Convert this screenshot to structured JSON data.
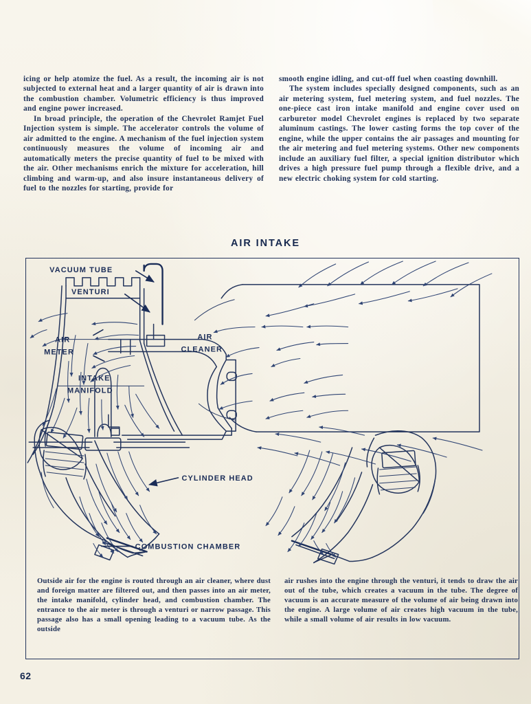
{
  "page": {
    "number": "62",
    "ink_color": "#1d2f57",
    "paper_color": "#f7f4ea"
  },
  "body": {
    "left_column": [
      "icing or help atomize the fuel. As a result, the incoming air is not subjected to external heat and a larger quantity of air is drawn into the combustion chamber. Volumetric efficiency is thus improved and engine power increased.",
      "In broad principle, the operation of the Chevrolet Ramjet Fuel Injection system is simple. The accelerator controls the volume of air admitted to the engine. A mechanism of the fuel injection system continuously measures the volume of incoming air and automatically meters the precise quantity of fuel to be mixed with the air. Other mechanisms enrich the mixture for acceleration, hill climbing and warm-up, and also insure instantaneous delivery of fuel to the nozzles for starting, provide for"
    ],
    "right_column": [
      "smooth engine idling, and cut-off fuel when coasting downhill.",
      "The system includes specially designed components, such as an air metering system, fuel metering system, and fuel nozzles. The one-piece cast iron intake manifold and engine cover used on carburetor model Chevrolet engines is replaced by two separate aluminum castings. The lower casting forms the top cover of the engine, while the upper contains the air passages and mounting for the air metering and fuel metering systems. Other new components include an auxiliary fuel filter, a special ignition distributor which drives a high pressure fuel pump through a flexible drive, and a new electric choking system for cold starting."
    ]
  },
  "figure": {
    "title": "AIR INTAKE",
    "labels": {
      "vacuum_tube": "VACUUM TUBE",
      "venturi": "VENTURI",
      "air_meter_line1": "AIR",
      "air_meter_line2": "METER",
      "air_cleaner_line1": "AIR",
      "air_cleaner_line2": "CLEANER",
      "intake_manifold_line1": "INTAKE",
      "intake_manifold_line2": "MANIFOLD",
      "cylinder_head": "CYLINDER HEAD",
      "combustion_chamber": "COMBUSTION CHAMBER"
    }
  },
  "caption": {
    "left": "Outside air for the engine is routed through an air cleaner, where dust and foreign matter are filtered out, and then passes into an air meter, the intake manifold, cylinder head, and combustion chamber. The entrance to the air meter is through a venturi or narrow passage. This passage also has a small opening leading to a vacuum tube. As the outside",
    "right": "air rushes into the engine through the venturi, it tends to draw the air out of the tube, which creates a vacuum in the tube. The degree of vacuum is an accurate measure of the volume of air being drawn into the engine. A large volume of air creates high vacuum in the tube, while a small volume of air results in low vacuum."
  }
}
